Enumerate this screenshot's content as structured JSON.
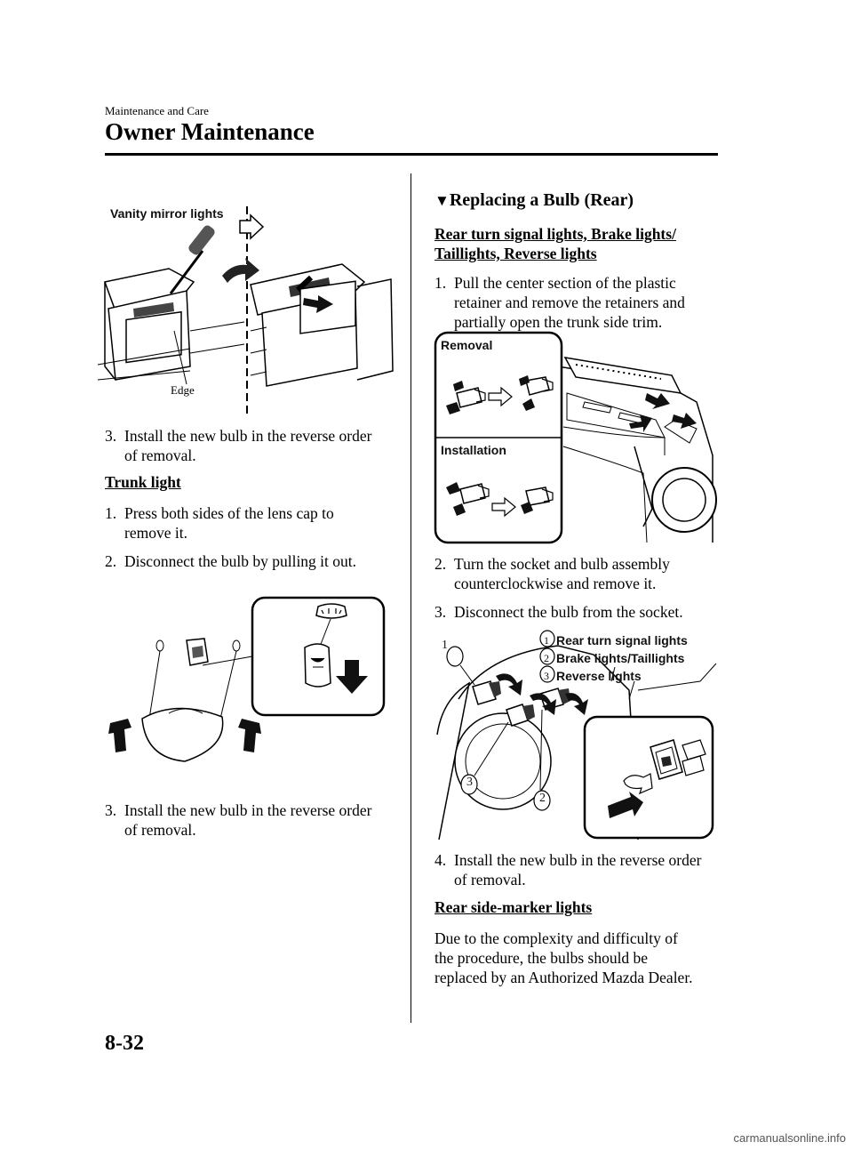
{
  "header": {
    "section": "Maintenance and Care",
    "title": "Owner Maintenance"
  },
  "left_column": {
    "figure1": {
      "label_main": "Vanity mirror lights",
      "label_edge": "Edge"
    },
    "step3a": {
      "num": "3.",
      "line1": "Install the new bulb in the reverse order",
      "line2": "of removal."
    },
    "trunk_heading": "Trunk light",
    "trunk_step1": {
      "num": "1.",
      "line1": "Press both sides of the lens cap to",
      "line2": "remove it."
    },
    "trunk_step2": {
      "num": "2.",
      "line1": "Disconnect the bulb by pulling it out."
    },
    "trunk_step3": {
      "num": "3.",
      "line1": "Install the new bulb in the reverse order",
      "line2": "of removal."
    }
  },
  "right_column": {
    "heading": "Replacing a Bulb (Rear)",
    "heading_icon": "triangle-down-icon",
    "subheading_line1": "Rear turn signal lights, Brake lights/",
    "subheading_line2": "Taillights, Reverse lights",
    "step1": {
      "num": "1.",
      "line1": "Pull the center section of the plastic",
      "line2": "retainer and remove the retainers and",
      "line3": "partially open the trunk side trim."
    },
    "figure2": {
      "label_removal": "Removal",
      "label_installation": "Installation"
    },
    "step2": {
      "num": "2.",
      "line1": "Turn the socket and bulb assembly",
      "line2": "counterclockwise and remove it."
    },
    "step3": {
      "num": "3.",
      "line1": "Disconnect the bulb from the socket."
    },
    "figure3": {
      "legend": [
        {
          "mark": "1",
          "text": "Rear turn signal lights"
        },
        {
          "mark": "2",
          "text": "Brake lights/Taillights"
        },
        {
          "mark": "3",
          "text": "Reverse lights"
        }
      ],
      "callouts": [
        "1",
        "2",
        "3"
      ]
    },
    "step4": {
      "num": "4.",
      "line1": "Install the new bulb in the reverse order",
      "line2": "of removal."
    },
    "side_marker_heading": "Rear side-marker lights",
    "side_marker_text": [
      "Due to the complexity and difficulty of",
      "the procedure, the bulbs should be",
      "replaced by an Authorized Mazda Dealer."
    ]
  },
  "footer": {
    "page_number": "8-32",
    "url": "carmanualsonline.info"
  }
}
